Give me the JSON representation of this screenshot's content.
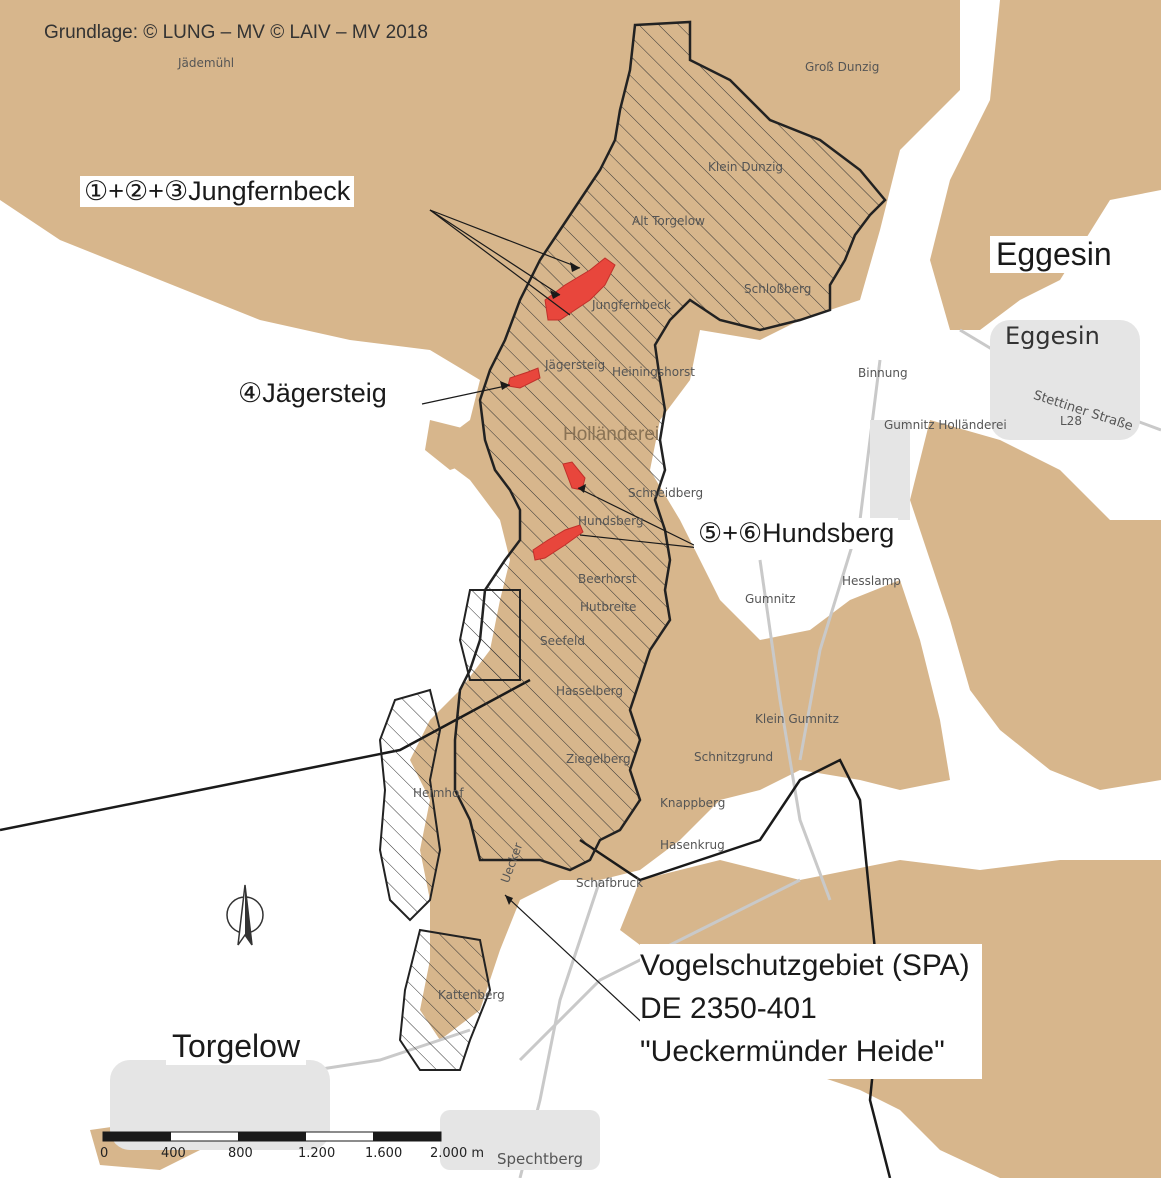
{
  "credit": "Grundlage: © LUNG – MV © LAIV – MV 2018",
  "callouts": {
    "jungfernbeck": "①+②+③Jungfernbeck",
    "jaegersteig": "④Jägersteig",
    "hundsberg": "⑤+⑥Hundsberg"
  },
  "towns": {
    "eggesin": "Eggesin",
    "torgelow": "Torgelow"
  },
  "spa_legend": {
    "line1": "Vogelschutzgebiet (SPA)",
    "line2": "DE 2350-401",
    "line3": "\"Ueckermünder Heide\""
  },
  "small_labels": {
    "jaedemuehl": "Jädemühl",
    "gross_dunzig": "Groß Dunzig",
    "klein_dunzig": "Klein Dunzig",
    "alt_torgelow": "Alt Torgelow",
    "jungfernbeck": "Jungfernbeck",
    "schlossberg": "Schloßberg",
    "jaegersteig_small": "Jägersteig",
    "heiningshorst": "Heiningshorst",
    "hollaender": "Holländerei",
    "eggesin_small": "Eggesin",
    "binnung": "Binnung",
    "gumnitz_hollaenderei": "Gumnitz Holländerei",
    "stettiner_strasse": "Stettiner Straße",
    "l28": "L28",
    "hundsberg_small": "Hundsberg",
    "schneidberg": "Schneidberg",
    "beerhorst": "Beerhorst",
    "hutbreite": "Hutbreite",
    "hessenkamp": "Hesslamp",
    "gumnitz": "Gumnitz",
    "seefeld": "Seefeld",
    "hasselberg": "Hasselberg",
    "klein_gumnitz": "Klein Gumnitz",
    "schnitzgrund": "Schnitzgrund",
    "ziegelberg": "Ziegelberg",
    "heimhof": "Heimhof",
    "knappberg": "Knappberg",
    "hasenkrug": "Hasenkrug",
    "schafbruck": "Schafbruck",
    "uecker": "Uecker",
    "kattenberg": "Kattenberg",
    "spechtberg": "Spechtberg"
  },
  "scale_bar": {
    "ticks": [
      "0",
      "400",
      "800",
      "1.200",
      "1.600",
      "2.000 m"
    ]
  },
  "colors": {
    "forest": "#d7b68c",
    "protected_boundary": "#222222",
    "site_red": "#e8463c",
    "background": "#ffffff"
  },
  "icons": {
    "north_arrow": "north-arrow-icon"
  }
}
